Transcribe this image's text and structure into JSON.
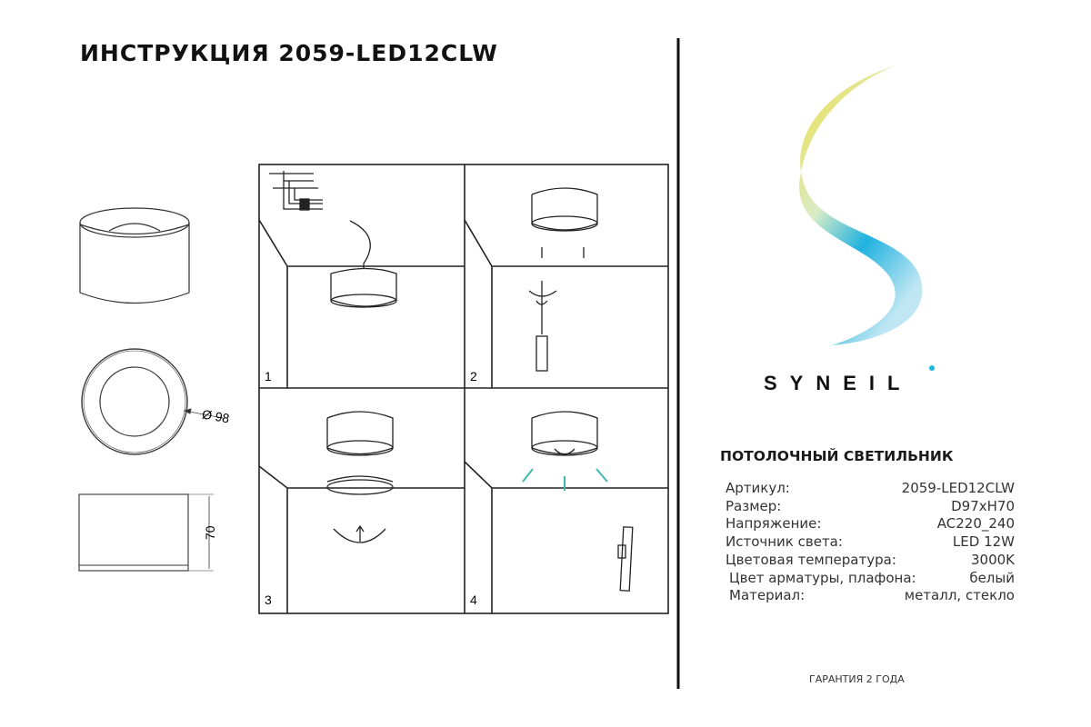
{
  "header": {
    "title": "ИНСТРУКЦИЯ 2059-LED12CLW"
  },
  "drawings": {
    "diameter_label": "Ø 98",
    "height_label": "70"
  },
  "steps": [
    {
      "number": "1"
    },
    {
      "number": "2"
    },
    {
      "number": "3"
    },
    {
      "number": "4"
    }
  ],
  "brand": {
    "name": "SYNEIL",
    "colors": {
      "yellow": "#f2dc3c",
      "cyan": "#1fb2e0"
    }
  },
  "product": {
    "title": "ПОТОЛОЧНЫЙ СВЕТИЛЬНИК",
    "specs": [
      {
        "label": "Артикул:",
        "value": "2059-LED12CLW"
      },
      {
        "label": "Размер:",
        "value": "D97xH70"
      },
      {
        "label": "Напряжение:",
        "value": "AC220_240"
      },
      {
        "label": "Источник света:",
        "value": "LED 12W"
      },
      {
        "label": "Цветовая температура:",
        "value": "3000K"
      },
      {
        "label": "Цвет арматуры, плафона:",
        "value": "белый"
      },
      {
        "label": "Материал:",
        "value": "металл, стекло"
      }
    ],
    "warranty": "ГАРАНТИЯ 2 ГОДА"
  }
}
